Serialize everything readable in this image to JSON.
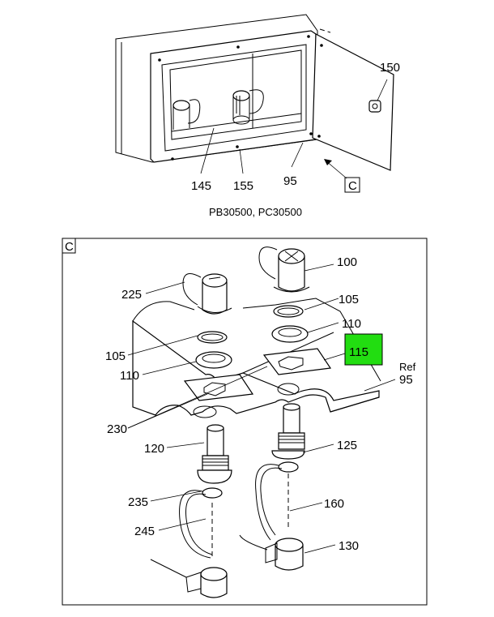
{
  "top_view": {
    "labels": {
      "door_lock": "150",
      "bracket": "145",
      "frame": "155",
      "panel": "95"
    },
    "view_ref": "C",
    "caption": "PB30500, PC30500"
  },
  "detail_view": {
    "view_ref": "C",
    "labels": {
      "cap_right": "100",
      "washer_right": "105",
      "nut_right": "110",
      "highlighted": "115",
      "ref_word": "Ref",
      "ref_num": "95",
      "cap_left": "225",
      "washer_left": "105",
      "nut_left": "110",
      "gasket": "230",
      "recept_left": "120",
      "recept_right": "125",
      "strap_left": "235",
      "cable_right": "160",
      "cable_left": "245",
      "plug_right": "130"
    },
    "highlight_color": "#22dd11"
  }
}
